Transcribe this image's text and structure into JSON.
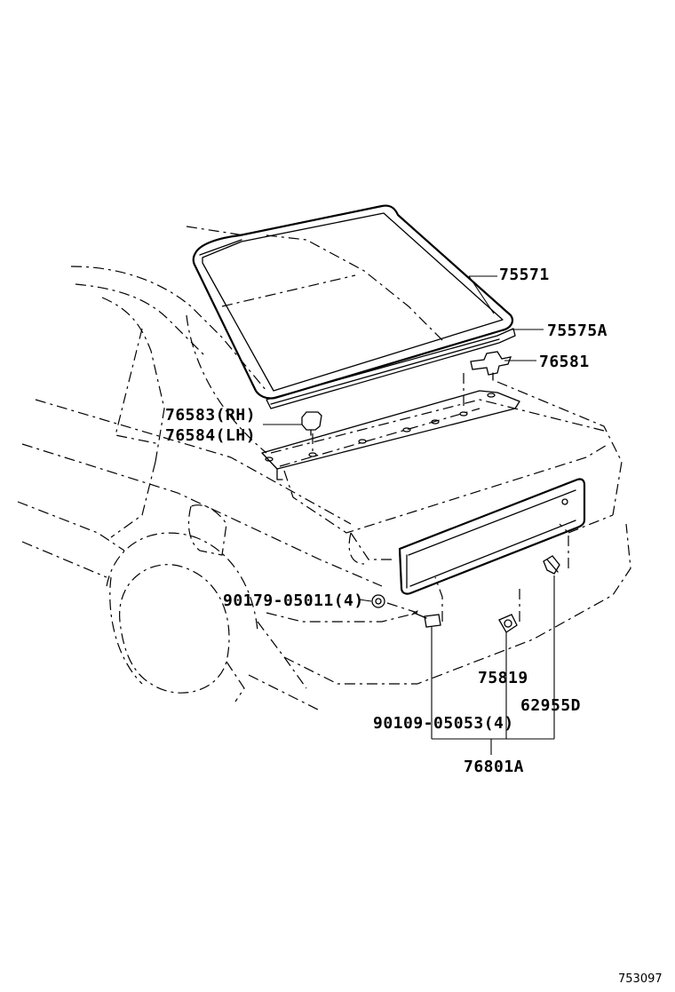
{
  "labels": {
    "p75571": "75571",
    "p75575a": "75575A",
    "p76581": "76581",
    "p76583": "76583(RH)",
    "p76584": "76584(LH)",
    "p90179": "90179-05011(4)",
    "p75819": "75819",
    "p62955d": "62955D",
    "p90109": "90109-05053(4)",
    "p76801a": "76801A"
  },
  "diagram_id": "753097"
}
